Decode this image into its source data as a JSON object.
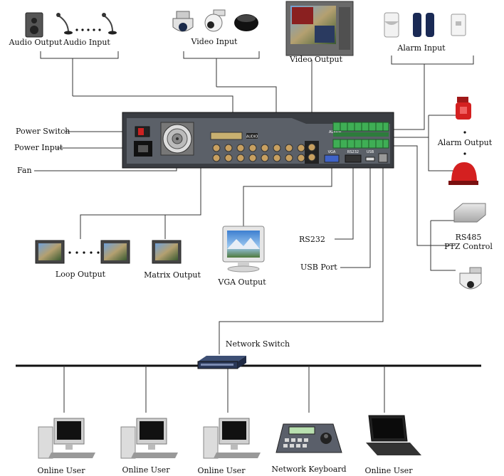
{
  "labels": {
    "audio_output": "Audio Output",
    "audio_input": "Audio Input",
    "video_input": "Video Input",
    "video_output": "Video Output",
    "alarm_input": "Alarm Input",
    "power_switch": "Power Switch",
    "power_input": "Power Input",
    "fan": "Fan",
    "alarm_output": "Alarm Output",
    "rs485": "RS485",
    "ptz_control": "PTZ Control",
    "rs232": "RS232",
    "usb_port": "USB Port",
    "loop_output": "Loop Output",
    "matrix_output": "Matrix Output",
    "vga_output": "VGA Output",
    "network_switch": "Network Switch",
    "online_user_1": "Online User",
    "online_user_2": "Online User",
    "online_user_3": "Online User",
    "network_keyboard": "Network Keyboard",
    "online_user_4": "Online User"
  },
  "dvr_panel": {
    "audio_tag": "AUDIO",
    "vga_tag": "VGA",
    "rs232_tag": "RS232",
    "usb_tag": "USB",
    "alarm_tag": "ALARM"
  },
  "colors": {
    "dvr_body": "#3a3d42",
    "dvr_panel": "#5b6068",
    "bnc": "#c8a060",
    "terminal_block": "#3fae55",
    "siren": "#d42020",
    "vga_port": "#3f63c8",
    "lines": "#333333"
  }
}
